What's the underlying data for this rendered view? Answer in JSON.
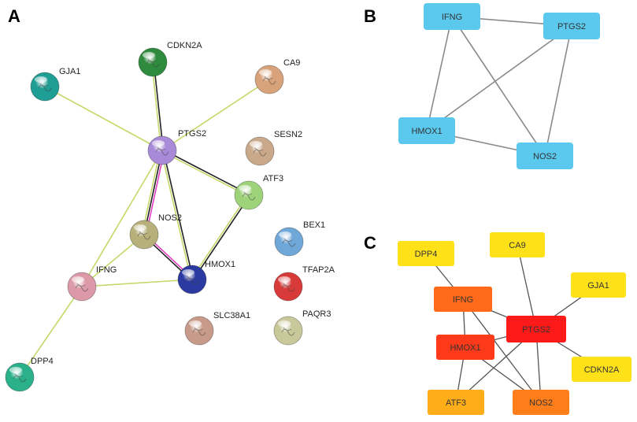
{
  "panels": {
    "a": "A",
    "b": "B",
    "c": "C"
  },
  "panel_a": {
    "nodes": [
      {
        "id": "CDKN2A",
        "label": "CDKN2A",
        "color": "#2e8b3e"
      },
      {
        "id": "GJA1",
        "label": "GJA1",
        "color": "#1e9e94"
      },
      {
        "id": "CA9",
        "label": "CA9",
        "color": "#d8a27a"
      },
      {
        "id": "PTGS2",
        "label": "PTGS2",
        "color": "#a98ad8"
      },
      {
        "id": "SESN2",
        "label": "SESN2",
        "color": "#c9a98a"
      },
      {
        "id": "ATF3",
        "label": "ATF3",
        "color": "#9ed37a"
      },
      {
        "id": "NOS2",
        "label": "NOS2",
        "color": "#b8b07a"
      },
      {
        "id": "BEX1",
        "label": "BEX1",
        "color": "#6fa8d8"
      },
      {
        "id": "IFNG",
        "label": "IFNG",
        "color": "#dc9aa8"
      },
      {
        "id": "HMOX1",
        "label": "HMOX1",
        "color": "#2a3aa0"
      },
      {
        "id": "TFAP2A",
        "label": "TFAP2A",
        "color": "#d83a3a"
      },
      {
        "id": "SLC38A1",
        "label": "SLC38A1",
        "color": "#c89a8a"
      },
      {
        "id": "PAQR3",
        "label": "PAQR3",
        "color": "#c8c89a"
      },
      {
        "id": "DPP4",
        "label": "DPP4",
        "color": "#2ab08a"
      }
    ],
    "edges": [
      {
        "from": "GJA1",
        "to": "PTGS2",
        "colors": [
          "#c4d96a"
        ]
      },
      {
        "from": "CDKN2A",
        "to": "PTGS2",
        "colors": [
          "#222222",
          "#c4d96a"
        ]
      },
      {
        "from": "CA9",
        "to": "PTGS2",
        "colors": [
          "#c4d96a"
        ]
      },
      {
        "from": "PTGS2",
        "to": "ATF3",
        "colors": [
          "#222222",
          "#c4d96a"
        ]
      },
      {
        "from": "PTGS2",
        "to": "NOS2",
        "colors": [
          "#e040c0",
          "#222222",
          "#c4d96a"
        ]
      },
      {
        "from": "PTGS2",
        "to": "HMOX1",
        "colors": [
          "#222222",
          "#c4d96a"
        ]
      },
      {
        "from": "PTGS2",
        "to": "IFNG",
        "colors": [
          "#c4d96a"
        ]
      },
      {
        "from": "ATF3",
        "to": "HMOX1",
        "colors": [
          "#222222",
          "#c4d96a"
        ]
      },
      {
        "from": "NOS2",
        "to": "HMOX1",
        "colors": [
          "#e040c0",
          "#222222"
        ]
      },
      {
        "from": "NOS2",
        "to": "IFNG",
        "colors": [
          "#c4d96a"
        ]
      },
      {
        "from": "IFNG",
        "to": "HMOX1",
        "colors": [
          "#c4d96a"
        ]
      },
      {
        "from": "IFNG",
        "to": "DPP4",
        "colors": [
          "#c4d96a"
        ]
      }
    ]
  },
  "panel_b": {
    "box_color": "#5bc8ee",
    "edge_color": "#8a8a8a",
    "nodes": [
      {
        "id": "IFNG",
        "label": "IFNG"
      },
      {
        "id": "PTGS2",
        "label": "PTGS2"
      },
      {
        "id": "HMOX1",
        "label": "HMOX1"
      },
      {
        "id": "NOS2",
        "label": "NOS2"
      }
    ],
    "edges": [
      {
        "from": "IFNG",
        "to": "PTGS2"
      },
      {
        "from": "IFNG",
        "to": "HMOX1"
      },
      {
        "from": "IFNG",
        "to": "NOS2"
      },
      {
        "from": "PTGS2",
        "to": "HMOX1"
      },
      {
        "from": "PTGS2",
        "to": "NOS2"
      },
      {
        "from": "HMOX1",
        "to": "NOS2"
      }
    ]
  },
  "panel_c": {
    "edge_color": "#555555",
    "nodes": [
      {
        "id": "DPP4",
        "label": "DPP4",
        "color": "#ffe11a"
      },
      {
        "id": "CA9",
        "label": "CA9",
        "color": "#ffe11a"
      },
      {
        "id": "GJA1",
        "label": "GJA1",
        "color": "#ffe11a"
      },
      {
        "id": "IFNG",
        "label": "IFNG",
        "color": "#ff6a1a"
      },
      {
        "id": "PTGS2",
        "label": "PTGS2",
        "color": "#ff1a1a"
      },
      {
        "id": "HMOX1",
        "label": "HMOX1",
        "color": "#ff3a1a"
      },
      {
        "id": "CDKN2A",
        "label": "CDKN2A",
        "color": "#ffe11a"
      },
      {
        "id": "ATF3",
        "label": "ATF3",
        "color": "#ffae1a"
      },
      {
        "id": "NOS2",
        "label": "NOS2",
        "color": "#ff7e1a"
      }
    ],
    "edges": [
      {
        "from": "DPP4",
        "to": "IFNG"
      },
      {
        "from": "CA9",
        "to": "PTGS2"
      },
      {
        "from": "GJA1",
        "to": "PTGS2"
      },
      {
        "from": "CDKN2A",
        "to": "PTGS2"
      },
      {
        "from": "IFNG",
        "to": "PTGS2"
      },
      {
        "from": "IFNG",
        "to": "HMOX1"
      },
      {
        "from": "IFNG",
        "to": "NOS2"
      },
      {
        "from": "PTGS2",
        "to": "HMOX1"
      },
      {
        "from": "PTGS2",
        "to": "NOS2"
      },
      {
        "from": "PTGS2",
        "to": "ATF3"
      },
      {
        "from": "HMOX1",
        "to": "ATF3"
      },
      {
        "from": "HMOX1",
        "to": "NOS2"
      }
    ]
  }
}
